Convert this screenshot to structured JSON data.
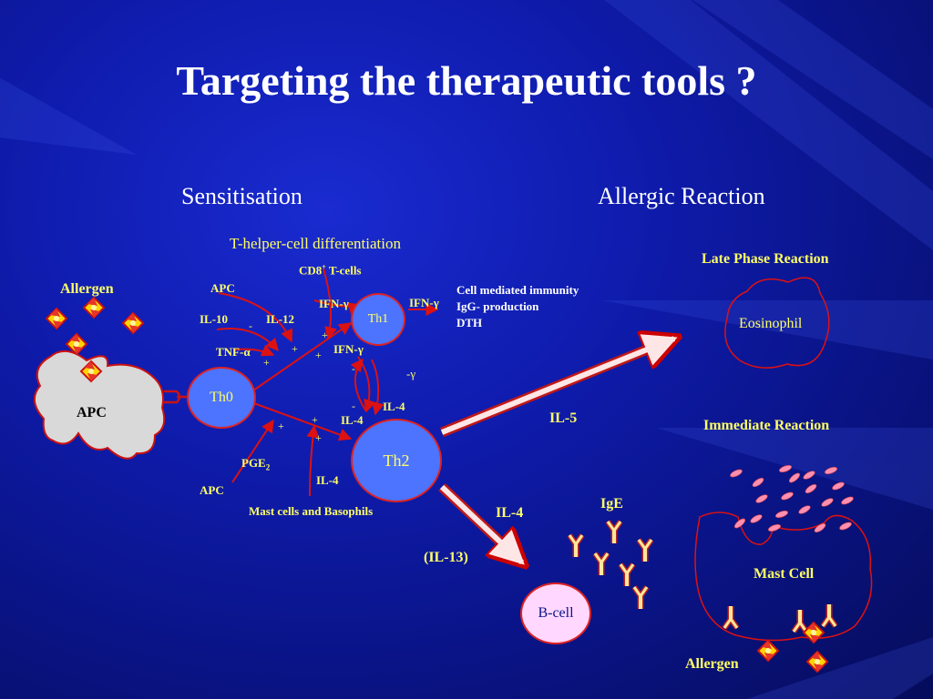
{
  "slide": {
    "title": "Targeting the therapeutic tools ?",
    "sensitisation_heading": "Sensitisation",
    "allergic_heading": "Allergic Reaction",
    "th_diff": "T-helper-cell differentiation"
  },
  "left": {
    "allergen": "Allergen",
    "apc_cell": "APC",
    "th0": "Th0",
    "th1": "Th1",
    "th2": "Th2",
    "cd8": "CD8",
    "cd8_sup": "+",
    "cd8_rest": " T-cells",
    "apc_top": "APC",
    "il10": "IL-10",
    "il12": "IL-12",
    "tnf": "TNF-α",
    "ifn_th1_in": "IFN-γ",
    "ifn_th1_out": "IFN-γ",
    "ifn_mid": "IFN-γ",
    "gamma_only": "-γ",
    "il4_th2_right": "IL-4",
    "il4_th2_left": "IL-4",
    "il4_bottom": "IL-4",
    "pge": "PGE",
    "pge_sub": "2",
    "apc_bottom": "APC",
    "mast_basophils": "Mast cells and Basophils",
    "cmi": [
      "Cell mediated immunity",
      "IgG- production",
      "DTH"
    ],
    "signs": {
      "s1": "-",
      "s2": "+",
      "s3": "+",
      "s4": "+",
      "s5": "+",
      "s6": "-",
      "s7": "-",
      "s8": "+",
      "s9": "+",
      "s10": "+"
    }
  },
  "right": {
    "late_phase": "Late Phase Reaction",
    "eosinophil": "Eosinophil",
    "immediate": "Immediate Reaction",
    "mast_cell": "Mast Cell",
    "allergen": "Allergen",
    "ige": "IgE",
    "il5": "IL-5",
    "il4": "IL-4",
    "il13": "(IL-13)",
    "bcell": "B-cell"
  },
  "colors": {
    "label_yellow": "#ffff66",
    "arrow_red": "#dd1111",
    "node_blue": "#4d74ff",
    "bcell_pink": "#ffd7ff"
  }
}
